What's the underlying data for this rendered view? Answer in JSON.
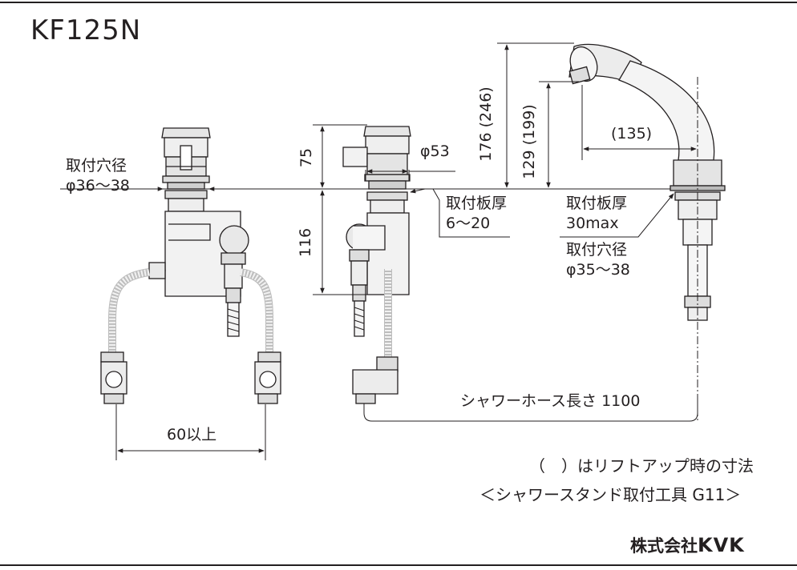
{
  "model": "KF125N",
  "labels": {
    "mount_hole_left_1": "取付穴径",
    "mount_hole_left_2": "φ36～38",
    "dim_75": "75",
    "dim_116": "116",
    "dim_phi53": "φ53",
    "plate_thickness_1": "取付板厚",
    "plate_thickness_2": "6～20",
    "dim_176": "176 (246)",
    "dim_129": "129 (199)",
    "dim_135": "(135)",
    "plate_thickness_right_1": "取付板厚",
    "plate_thickness_right_2": "30max",
    "mount_hole_right_1": "取付穴径",
    "mount_hole_right_2": "φ35～38",
    "hose_length": "シャワーホース長さ 1100",
    "dim_60": "60以上"
  },
  "notes": {
    "liftup": "（　）はリフトアップ時の寸法",
    "stand": "＜シャワースタンド取付工具 G11＞"
  },
  "company": {
    "name": "株式会社",
    "brand": "KVK"
  }
}
